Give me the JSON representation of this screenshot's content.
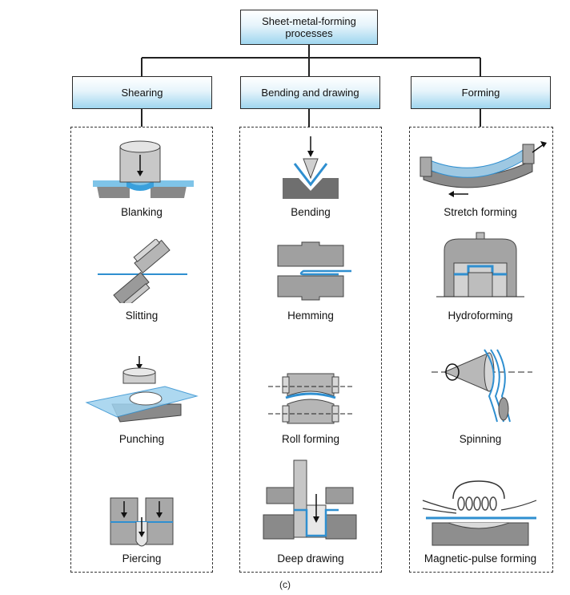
{
  "root": {
    "title": "Sheet-metal-forming processes"
  },
  "categories": [
    {
      "title": "Shearing",
      "items": [
        "Blanking",
        "Slitting",
        "Punching",
        "Piercing"
      ]
    },
    {
      "title": "Bending and drawing",
      "items": [
        "Bending",
        "Hemming",
        "Roll forming",
        "Deep drawing"
      ]
    },
    {
      "title": "Forming",
      "items": [
        "Stretch forming",
        "Hydroforming",
        "Spinning",
        "Magnetic-pulse forming"
      ]
    }
  ],
  "caption": "(c)",
  "colors": {
    "box_gradient_bottom": "#9fd6ef",
    "sheet_blue": "#2f8fd0",
    "metal_gray": "#9c9c9c"
  }
}
